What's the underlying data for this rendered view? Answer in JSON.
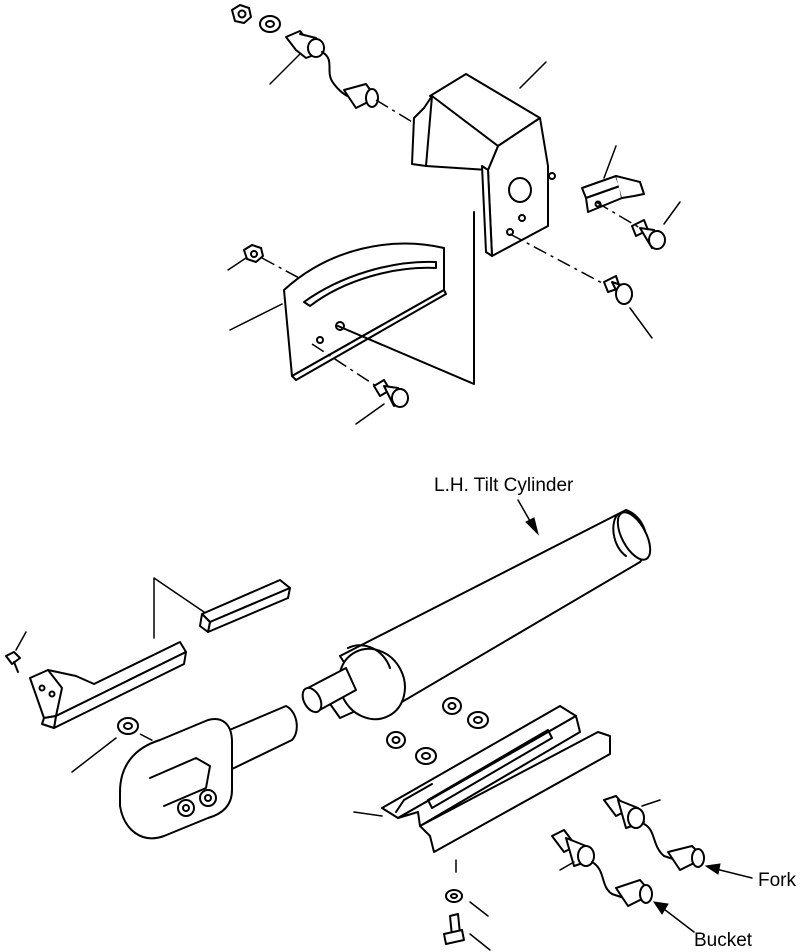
{
  "labels": {
    "cylinder": "L.H. Tilt Cylinder",
    "fork": "Fork",
    "bucket": "Bucket"
  }
}
